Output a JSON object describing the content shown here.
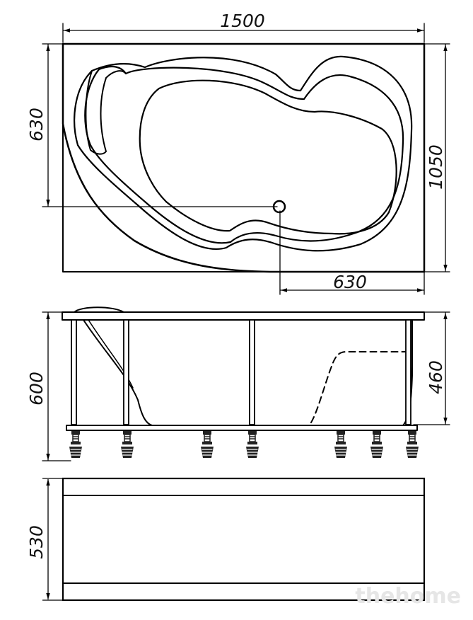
{
  "dimensions": {
    "top_width": "1500",
    "top_left_depth": "630",
    "top_overall_depth": "1050",
    "top_bottom_offset": "630",
    "side_height": "600",
    "side_inner_height": "460",
    "panel_height": "530"
  },
  "watermark": "thehome"
}
